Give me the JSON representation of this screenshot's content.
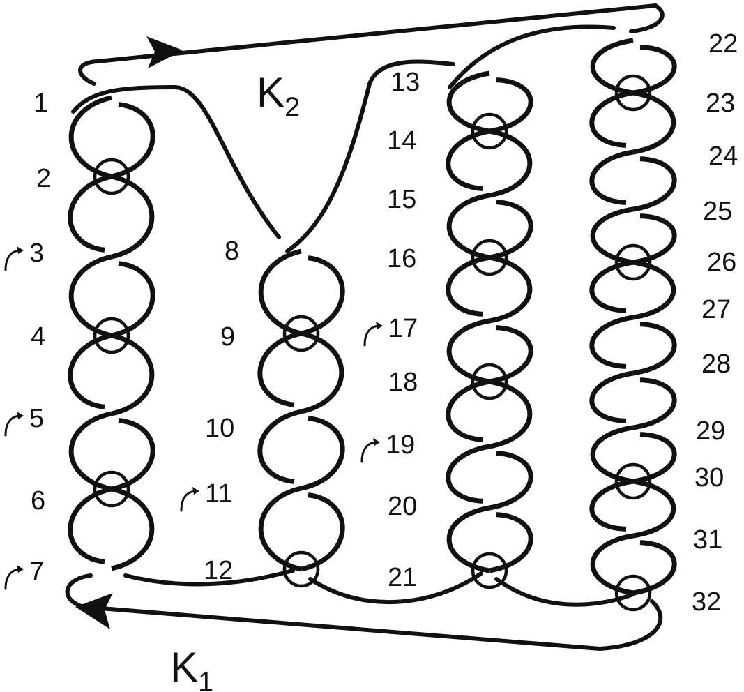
{
  "diagram": {
    "components": [
      {
        "id": "K1",
        "label": "K",
        "subscript": "1"
      },
      {
        "id": "K2",
        "label": "K",
        "subscript": "2"
      }
    ],
    "crossings": [
      {
        "label": "1",
        "type": "classical"
      },
      {
        "label": "2",
        "type": "virtual"
      },
      {
        "label": "3",
        "type": "classical",
        "marked": true
      },
      {
        "label": "4",
        "type": "virtual"
      },
      {
        "label": "5",
        "type": "classical",
        "marked": true
      },
      {
        "label": "6",
        "type": "virtual"
      },
      {
        "label": "7",
        "type": "classical",
        "marked": true
      },
      {
        "label": "8",
        "type": "classical"
      },
      {
        "label": "9",
        "type": "virtual"
      },
      {
        "label": "10",
        "type": "classical"
      },
      {
        "label": "11",
        "type": "classical",
        "marked": true
      },
      {
        "label": "12",
        "type": "virtual"
      },
      {
        "label": "13",
        "type": "classical"
      },
      {
        "label": "14",
        "type": "virtual"
      },
      {
        "label": "15",
        "type": "classical"
      },
      {
        "label": "16",
        "type": "virtual"
      },
      {
        "label": "17",
        "type": "classical",
        "marked": true
      },
      {
        "label": "18",
        "type": "virtual"
      },
      {
        "label": "19",
        "type": "classical",
        "marked": true
      },
      {
        "label": "20",
        "type": "classical"
      },
      {
        "label": "21",
        "type": "virtual"
      },
      {
        "label": "22",
        "type": "classical"
      },
      {
        "label": "23",
        "type": "virtual"
      },
      {
        "label": "24",
        "type": "classical"
      },
      {
        "label": "25",
        "type": "classical"
      },
      {
        "label": "26",
        "type": "virtual"
      },
      {
        "label": "27",
        "type": "classical"
      },
      {
        "label": "28",
        "type": "classical"
      },
      {
        "label": "29",
        "type": "classical"
      },
      {
        "label": "30",
        "type": "virtual"
      },
      {
        "label": "31",
        "type": "classical"
      },
      {
        "label": "32",
        "type": "virtual"
      }
    ]
  }
}
